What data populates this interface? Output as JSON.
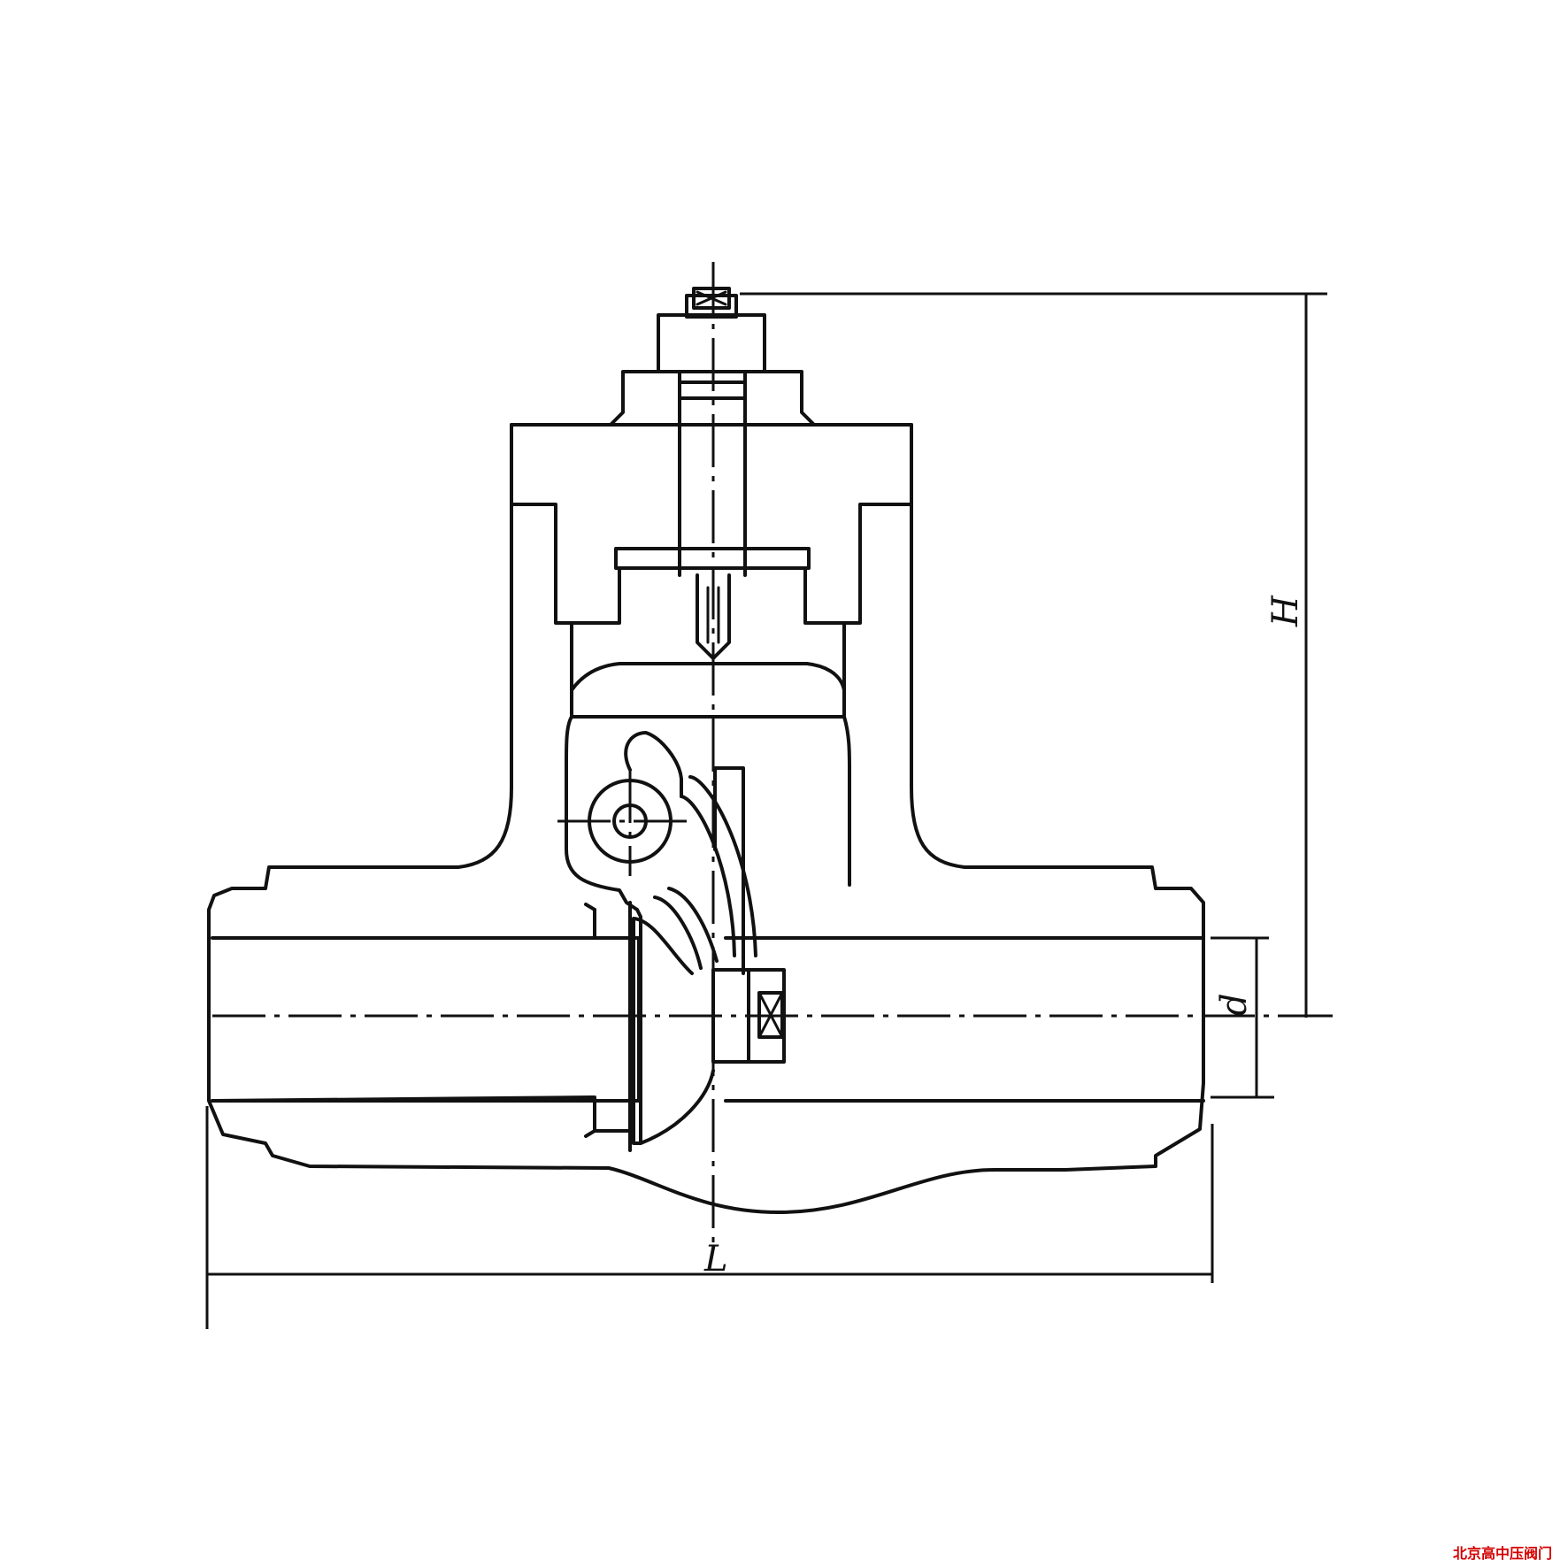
{
  "diagram": {
    "labels": {
      "height": "H",
      "diameter": "d",
      "length": "L"
    },
    "watermark": "北京高中压阀门",
    "colors": {
      "line": "#111111",
      "watermark": "#d40000",
      "background": "#ffffff"
    }
  }
}
